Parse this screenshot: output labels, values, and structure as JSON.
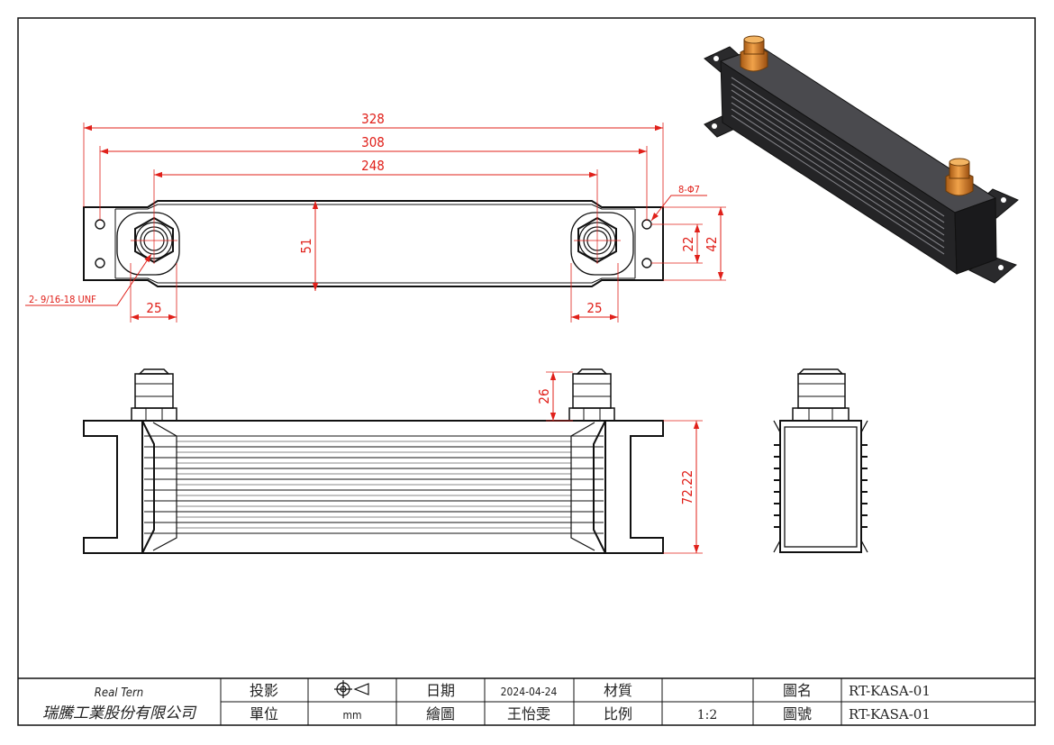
{
  "dimensions": {
    "d328": "328",
    "d308": "308",
    "d248": "248",
    "d51": "51",
    "d22": "22",
    "d42": "42",
    "d25_left": "25",
    "d25_right": "25",
    "d26": "26",
    "d72": "72.22",
    "holes": "8-Φ7",
    "thread": "2- 9/16-18 UNF"
  },
  "title_block": {
    "company_en": "Real Tern",
    "company_zh": "瑞騰工業股份有限公司",
    "projection_label": "投影",
    "unit_label": "單位",
    "unit_value": "mm",
    "date_label": "日期",
    "date_value": "2024-04-24",
    "drawn_label": "繪圖",
    "drawn_value": "王怡雯",
    "material_label": "材質",
    "material_value": "",
    "scale_label": "比例",
    "scale_value": "1:2",
    "drawing_name_label": "圖名",
    "drawing_name_value": "RT-KASA-01",
    "drawing_no_label": "圖號",
    "drawing_no_value": "RT-KASA-01"
  },
  "colors": {
    "dimension": "#e0201a",
    "line": "#111111",
    "body_iso": "#2a2a2c",
    "fitting": "#d4822a"
  }
}
